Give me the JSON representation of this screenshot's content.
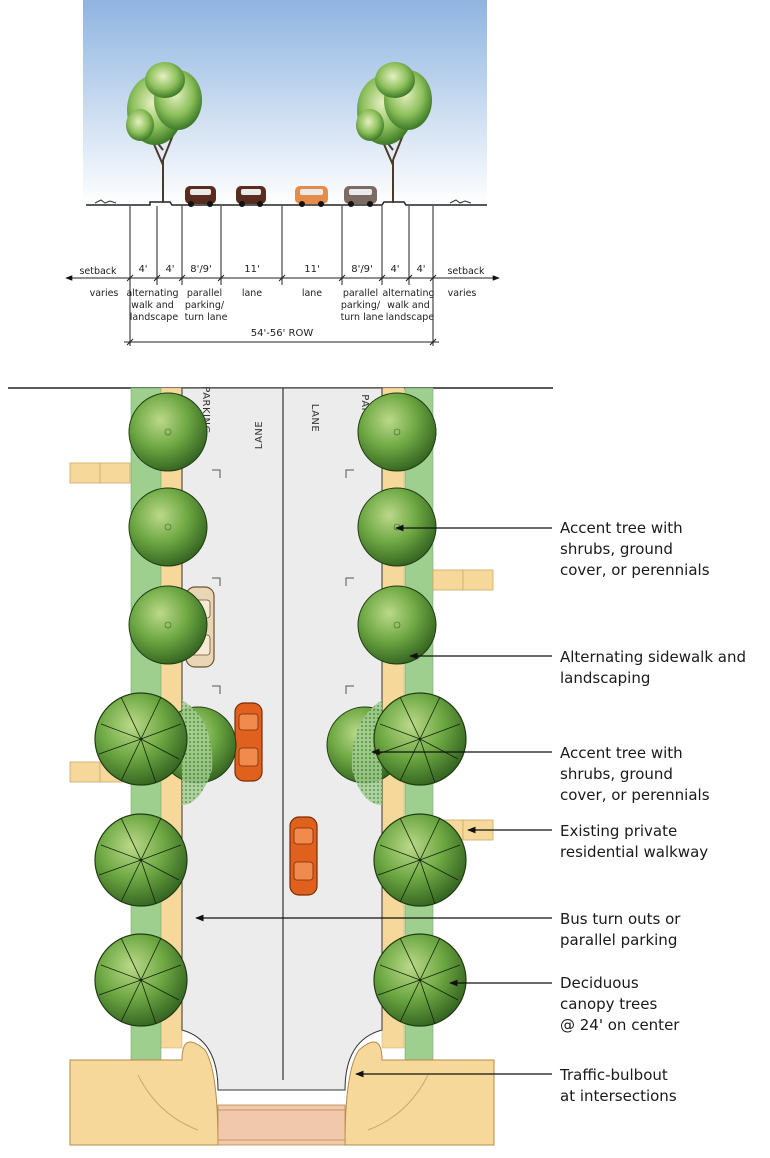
{
  "section": {
    "dims": [
      "4'",
      "4'",
      "8'/9'",
      "11'",
      "11'",
      "8'/9'",
      "4'",
      "4'"
    ],
    "setback_label": "setback",
    "varies_label": "varies",
    "labels": [
      [
        "alternating",
        "walk and",
        "landscape"
      ],
      [
        "parallel",
        "parking/",
        "turn lane"
      ],
      [
        "lane"
      ],
      [
        "lane"
      ],
      [
        "parallel",
        "parking/",
        "turn lane"
      ],
      [
        "alternating",
        "walk and",
        "landscape"
      ]
    ],
    "row_label": "54'-56' ROW"
  },
  "plan": {
    "lane_labels": [
      "LANE",
      "LANE"
    ],
    "parking_labels": [
      "PARKING",
      "PARKING"
    ]
  },
  "annotations": [
    [
      "Accent tree with",
      "shrubs, ground",
      "cover, or perennials"
    ],
    [
      "Alternating sidewalk and",
      "landscaping"
    ],
    [
      "Accent tree with",
      "shrubs, ground",
      "cover, or perennials"
    ],
    [
      "Existing private",
      "residential walkway"
    ],
    [
      "Bus turn outs or",
      "parallel parking"
    ],
    [
      "Deciduous",
      "canopy trees",
      "@ 24' on center"
    ],
    [
      "Traffic-bulbout",
      "at intersections"
    ]
  ],
  "colors": {
    "sky_top": "#8fb4e0",
    "sky_bottom": "#ffffff",
    "sidewalk": "#f6d99a",
    "planting": "#9fcf8e",
    "road": "#ececec",
    "tree": "#5f9a3c",
    "car_accent": "#e0611e"
  }
}
